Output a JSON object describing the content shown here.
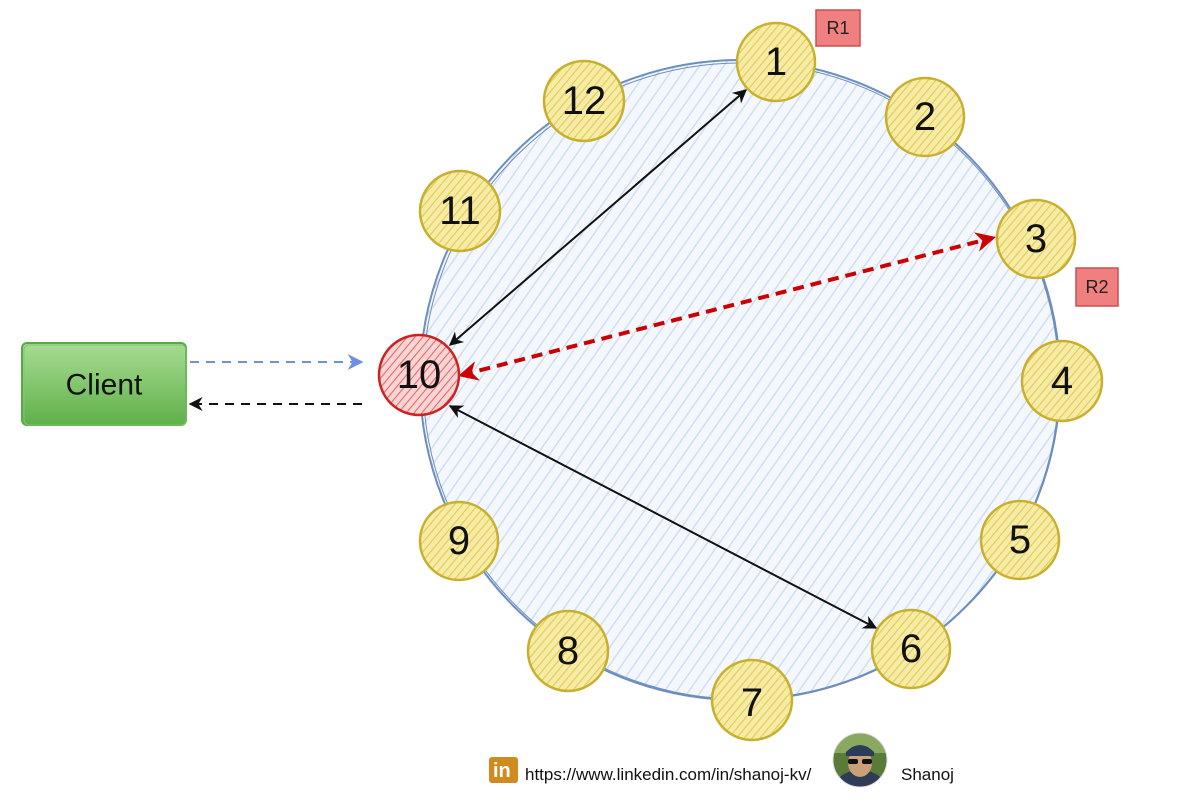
{
  "client": {
    "label": "Client"
  },
  "ring": {
    "nodes": [
      {
        "id": "1",
        "label": "1"
      },
      {
        "id": "2",
        "label": "2"
      },
      {
        "id": "3",
        "label": "3"
      },
      {
        "id": "4",
        "label": "4"
      },
      {
        "id": "5",
        "label": "5"
      },
      {
        "id": "6",
        "label": "6"
      },
      {
        "id": "7",
        "label": "7"
      },
      {
        "id": "8",
        "label": "8"
      },
      {
        "id": "9",
        "label": "9"
      },
      {
        "id": "10",
        "label": "10"
      },
      {
        "id": "11",
        "label": "11"
      },
      {
        "id": "12",
        "label": "12"
      }
    ],
    "coordinator": "10"
  },
  "replicas": [
    {
      "label": "R1",
      "node": "1"
    },
    {
      "label": "R2",
      "node": "3"
    }
  ],
  "edges": [
    {
      "from": "client",
      "to": "10",
      "style": "dashed",
      "color": "#6f8fe0"
    },
    {
      "from": "10",
      "to": "client",
      "style": "dashed",
      "color": "#111111"
    },
    {
      "from": "10",
      "to": "1",
      "style": "solid-bidirectional",
      "color": "#111111"
    },
    {
      "from": "10",
      "to": "3",
      "style": "dashed-bidirectional",
      "color": "#cc0000"
    },
    {
      "from": "10",
      "to": "6",
      "style": "solid-bidirectional",
      "color": "#111111"
    }
  ],
  "colors": {
    "ring_fill": "#dde8f6",
    "ring_stroke": "#6c8ebf",
    "node_fill": "#f0e08a",
    "node_stroke": "#c8b02e",
    "coordinator_fill": "#f7b0b0",
    "coordinator_stroke": "#cc2222",
    "replica_fill": "#f08080",
    "replica_stroke": "#c85050",
    "client_fill": "#7ec86a",
    "client_stroke": "#5aa84a"
  },
  "footer": {
    "linkedin_icon": "linkedin-icon",
    "linkedin_badge": "in",
    "url": "https://www.linkedin.com/in/shanoj-kv/",
    "author": "Shanoj"
  }
}
